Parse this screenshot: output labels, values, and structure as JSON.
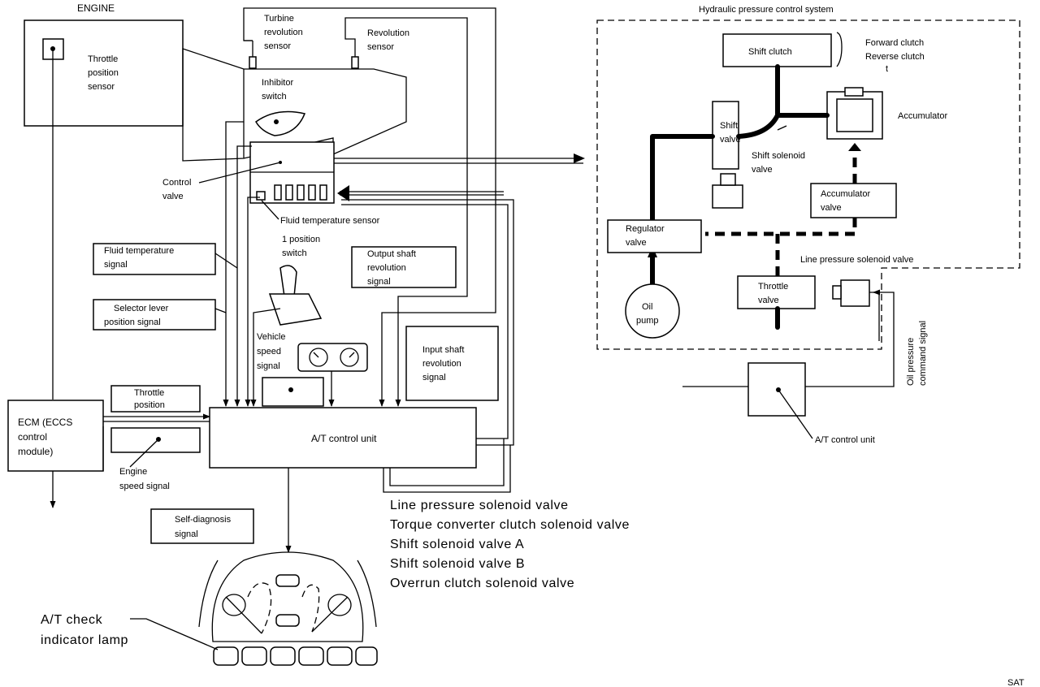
{
  "engine": {
    "title": "ENGINE",
    "throttle_sensor": [
      "Throttle",
      "position",
      "sensor"
    ]
  },
  "transmission": {
    "turbine_sensor": [
      "Turbine",
      "revolution",
      "sensor"
    ],
    "revolution_sensor": [
      "Revolution",
      "sensor"
    ],
    "inhibitor_switch": [
      "Inhibitor",
      "switch"
    ],
    "control_valve": [
      "Control",
      "valve"
    ],
    "fluid_temp_sensor": "Fluid temperature sensor",
    "one_position_switch": [
      "1 position",
      "switch"
    ]
  },
  "signals": {
    "fluid_temp_signal": [
      "Fluid temperature",
      "signal"
    ],
    "selector_lever_signal": [
      "Selector lever",
      "position signal"
    ],
    "vehicle_speed_signal": [
      "Vehicle",
      "speed",
      "signal"
    ],
    "output_shaft_signal": [
      "Output shaft",
      "revolution",
      "signal"
    ],
    "input_shaft_signal": [
      "Input shaft",
      "revolution",
      "signal"
    ],
    "throttle_position": [
      "Throttle",
      "position"
    ],
    "engine_speed_signal": [
      "Engine",
      "speed signal"
    ],
    "self_diagnosis_signal": [
      "Self-diagnosis",
      "signal"
    ]
  },
  "ecm": [
    "ECM (ECCS",
    "control",
    "module)"
  ],
  "at_control_unit": "A/T control unit",
  "solenoid_list": [
    "Line pressure solenoid valve",
    "Torque converter clutch solenoid valve",
    "Shift solenoid valve A",
    "Shift solenoid valve B",
    "Overrun clutch solenoid valve"
  ],
  "check_lamp": [
    "A/T check",
    "indicator lamp"
  ],
  "hydraulic": {
    "title": "Hydraulic pressure control system",
    "shift_clutch": "Shift clutch",
    "clutch_list": [
      "Forward clutch",
      "Reverse clutch",
      "t"
    ],
    "accumulator": "Accumulator",
    "shift_valve": [
      "Shift",
      "valve"
    ],
    "shift_solenoid": [
      "Shift solenoid",
      "valve"
    ],
    "accumulator_valve": [
      "Accumulator",
      "valve"
    ],
    "regulator_valve": [
      "Regulator",
      "valve"
    ],
    "line_pressure_solenoid": "Line pressure solenoid valve",
    "throttle_valve": [
      "Throttle",
      "valve"
    ],
    "oil_pump": [
      "Oil",
      "pump"
    ]
  },
  "oil_pressure_signal": [
    "Oil pressure",
    "command signal"
  ],
  "at_control_unit_right": "A/T control unit",
  "corner_mark": "SAT"
}
